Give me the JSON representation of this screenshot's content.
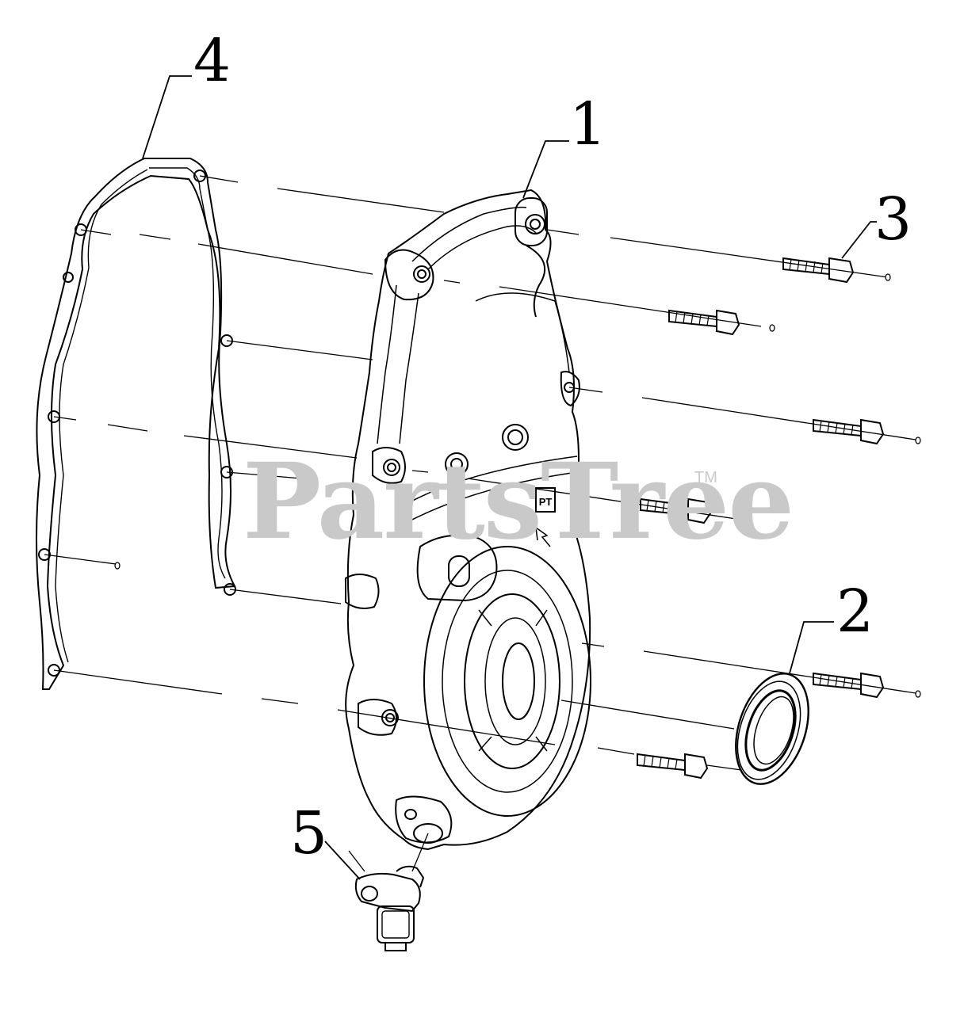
{
  "diagram": {
    "callouts": {
      "cover": "1",
      "seal": "2",
      "bolt": "3",
      "gasket": "4",
      "sensor": "5"
    },
    "watermark": {
      "text": "PartsTree",
      "trademark": "TM",
      "color": "#c9c9c9"
    },
    "cover_badge": "PT",
    "line_color": "#000000"
  }
}
